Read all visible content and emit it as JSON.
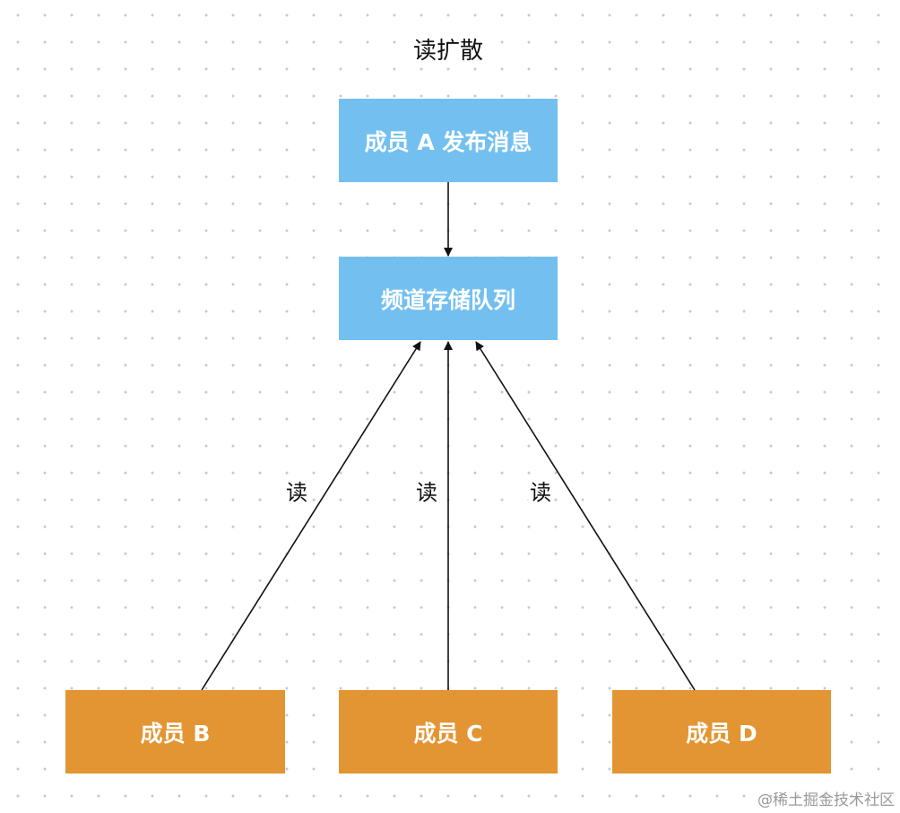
{
  "title": "读扩散",
  "nodes": {
    "publisher": "成员 A 发布消息",
    "queue": "频道存储队列",
    "member_b": "成员 B",
    "member_c": "成员 C",
    "member_d": "成员 D"
  },
  "edges": {
    "publish_to_queue": "",
    "b_to_queue": "读",
    "c_to_queue": "读",
    "d_to_queue": "读"
  },
  "colors": {
    "blue_node": "#73c0f0",
    "orange_node": "#e29532",
    "edge": "#111111",
    "node_text": "#ffffff"
  },
  "watermark": "@稀土掘金技术社区"
}
